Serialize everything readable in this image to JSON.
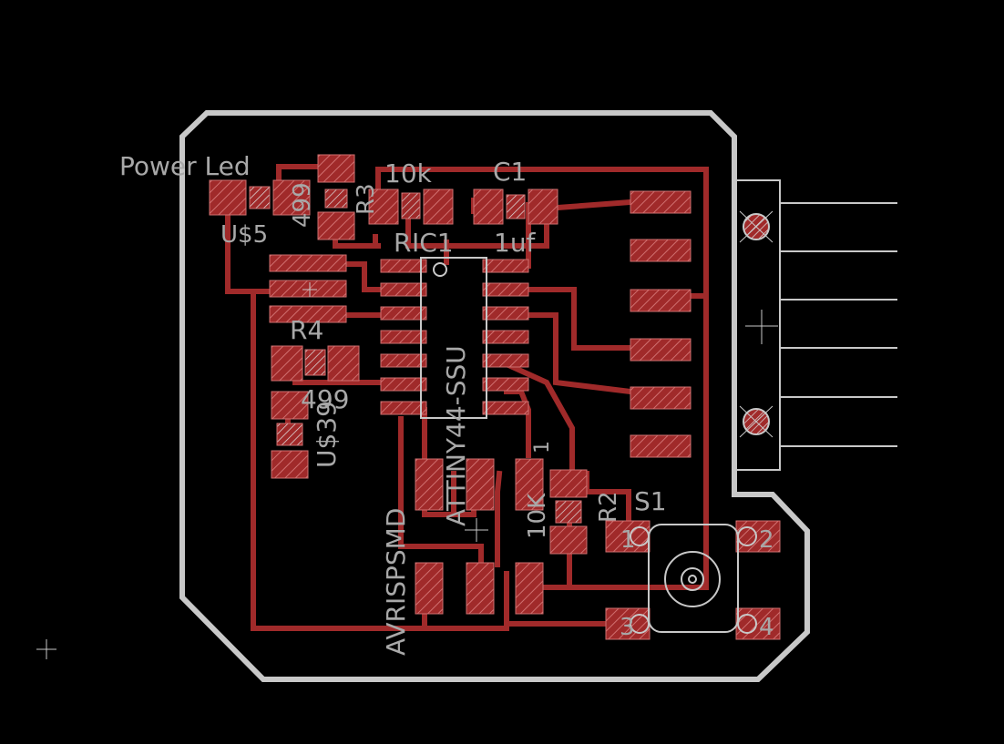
{
  "colors": {
    "background": "#000000",
    "outline": "#c8c8c8",
    "copper": "#a02a2a",
    "copper_pad_hatch": "#d07070",
    "label": "#a8a8a8"
  },
  "labels": {
    "power_led": "Power Led",
    "led_value": "499",
    "u5": "U$5",
    "r3": "R3",
    "r3_value": "10k",
    "c1": "C1",
    "c1_value": "1uf",
    "ic_ref": "IC1",
    "ric": "R",
    "r4": "R4",
    "r4_value": "499",
    "u39": "U$39",
    "ic_part": "ATTINY44-SSU",
    "avr": "AVRISPSMD",
    "r2_value": "10K",
    "r2_ref": "R2",
    "r2_pin": "1",
    "s1": "S1",
    "s1_pin1": "1",
    "s1_pin2": "2",
    "s1_pin3": "3",
    "s1_pin4": "4"
  }
}
